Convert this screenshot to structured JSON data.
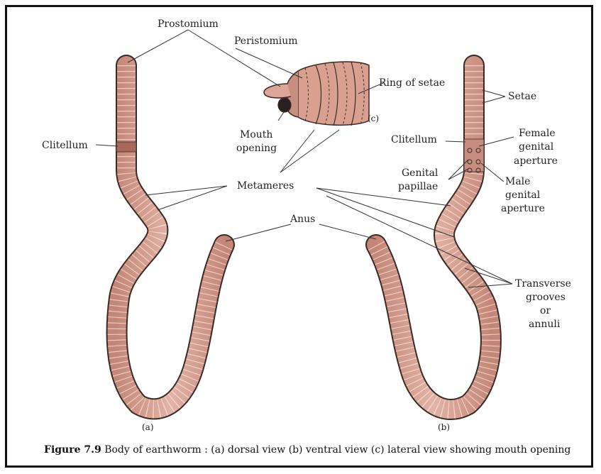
{
  "labels": {
    "prostomium": "Prostomium",
    "peristomium": "Peristomium",
    "ring_of_setae": "Ring of setae",
    "c_tag": "(c)",
    "mouth_line1": "Mouth",
    "mouth_line2": "opening",
    "clitellum_left": "Clitellum",
    "clitellum_right": "Clitellum",
    "setae": "Setae",
    "female_line1": "Female",
    "female_line2": "genital",
    "female_line3": "aperture",
    "genital_line1": "Genital",
    "genital_line2": "papillae",
    "male_line1": "Male",
    "male_line2": "genital",
    "male_line3": "aperture",
    "metameres": "Metameres",
    "anus": "Anus",
    "transverse_line1": "Transverse",
    "transverse_line2": "grooves",
    "transverse_line3": "or",
    "transverse_line4": "annuli",
    "a_tag": "(a)",
    "b_tag": "(b)"
  },
  "caption": {
    "bold": "Figure 7.9",
    "text": " Body of earthworm : (a) dorsal view (b) ventral view (c) lateral view showing mouth opening"
  },
  "colors": {
    "worm_fill": "#d9a090",
    "worm_dark": "#b9776a",
    "outline": "#3a2a25"
  }
}
